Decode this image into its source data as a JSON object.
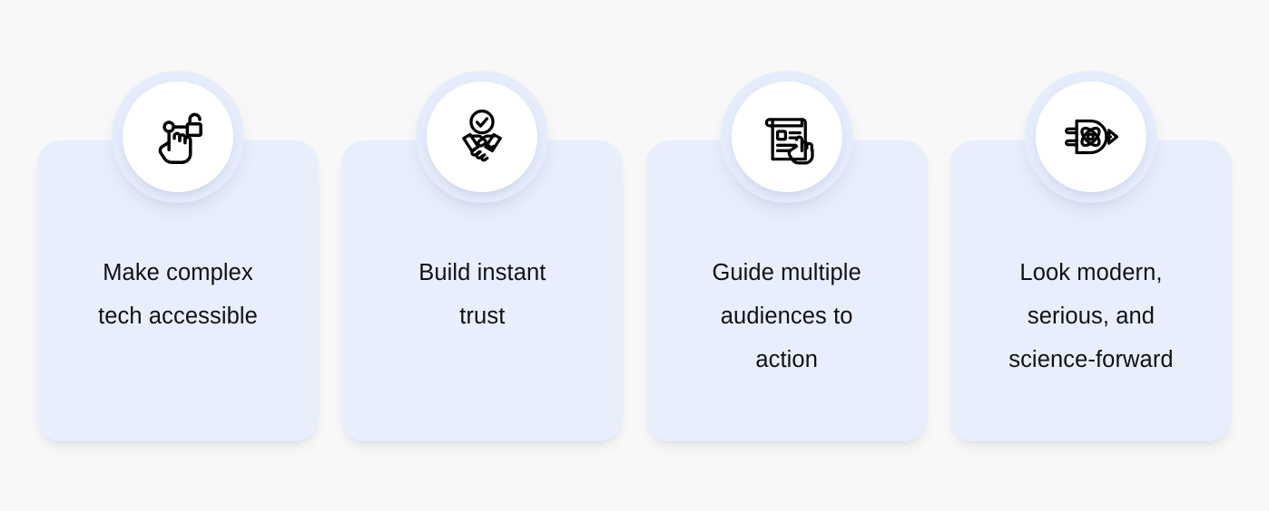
{
  "page": {
    "background_color": "#f8f8f8",
    "card_color": "#e8eefc",
    "badge_ring_color": "#e5ecfb",
    "badge_inner_color": "#ffffff",
    "text_color": "#0f1115",
    "icon_stroke_color": "#000000"
  },
  "cards": [
    {
      "id": "make-complex-tech-accessible",
      "text": "Make complex\ntech accessible",
      "icon_name": "hand-pointing-unlock-icon"
    },
    {
      "id": "build-instant-trust",
      "text": "Build instant\ntrust",
      "icon_name": "handshake-check-icon"
    },
    {
      "id": "guide-multiple-audiences-to-action",
      "text": "Guide multiple\naudiences to\naction",
      "icon_name": "document-pointing-hand-icon"
    },
    {
      "id": "look-modern-serious-science-forward",
      "text": "Look modern,\nserious, and\nscience-forward",
      "icon_name": "plug-atom-arrow-icon"
    }
  ]
}
